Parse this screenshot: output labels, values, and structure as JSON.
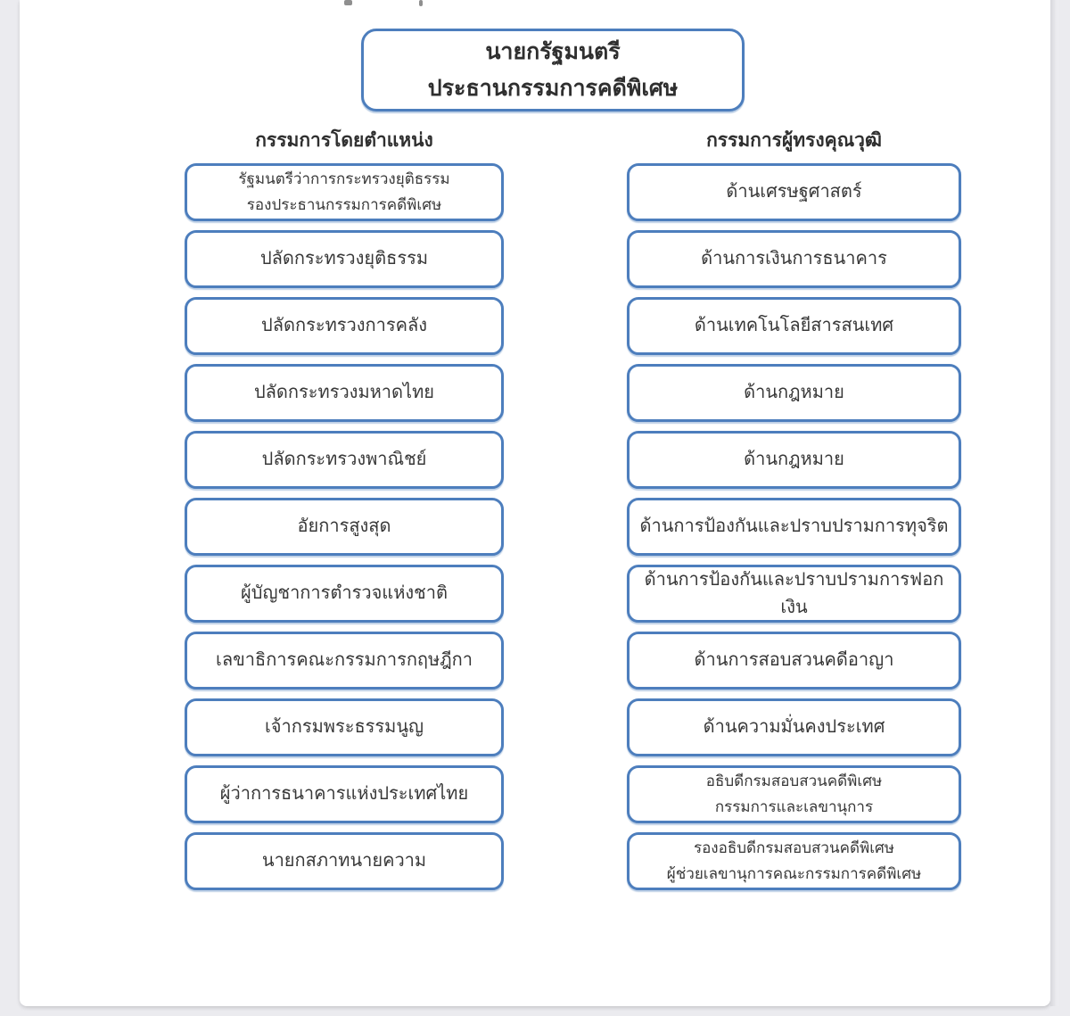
{
  "diagram": {
    "title_box": "นายกรัฐมนตรี\nประธานกรรมการคดีพิเศษ",
    "left_column": {
      "header": "กรรมการโดยตำแหน่ง",
      "boxes": [
        "รัฐมนตรีว่าการกระทรวงยุติธรรม\nรองประธานกรรมการคดีพิเศษ",
        "ปลัดกระทรวงยุติธรรม",
        "ปลัดกระทรวงการคลัง",
        "ปลัดกระทรวงมหาดไทย",
        "ปลัดกระทรวงพาณิชย์",
        "อัยการสูงสุด",
        "ผู้บัญชาการตำรวจแห่งชาติ",
        "เลขาธิการคณะกรรมการกฤษฎีกา",
        "เจ้ากรมพระธรรมนูญ",
        "ผู้ว่าการธนาคารแห่งประเทศไทย",
        "นายกสภาทนายความ"
      ]
    },
    "right_column": {
      "header": "กรรมการผู้ทรงคุณวุฒิ",
      "boxes": [
        "ด้านเศรษฐศาสตร์",
        "ด้านการเงินการธนาคาร",
        "ด้านเทคโนโลยีสารสนเทศ",
        "ด้านกฎหมาย",
        "ด้านกฎหมาย",
        "ด้านการป้องกันและปราบปรามการทุจริต",
        "ด้านการป้องกันและปราบปรามการฟอกเงิน",
        "ด้านการสอบสวนคดีอาญา",
        "ด้านความมั่นคงประเทศ",
        "อธิบดีกรมสอบสวนคดีพิเศษ\nกรรมการและเลขานุการ",
        "รองอธิบดีกรมสอบสวนคดีพิเศษ\nผู้ช่วยเลขานุการคณะกรรมการคดีพิเศษ"
      ]
    },
    "colors": {
      "box_border": "#4d7ebd",
      "text": "#383838",
      "canvas_background": "#ebebef",
      "page_background": "#ffffff"
    }
  }
}
